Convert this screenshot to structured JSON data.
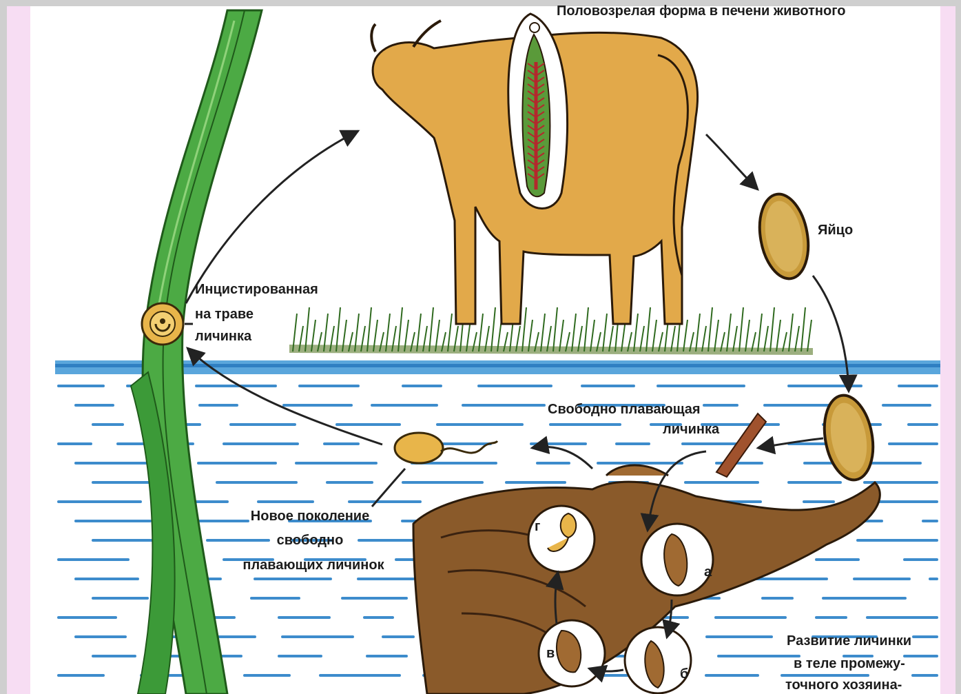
{
  "labels": {
    "adult_form": "Половозрелая форма в печени животного",
    "egg": "Яйцо",
    "encysted_1": "Инцистированная",
    "encysted_2": "на траве",
    "encysted_3": "личинка",
    "free_larva_1": "Свободно плавающая",
    "free_larva_2": "личинка",
    "new_gen_1": "Новое поколение",
    "new_gen_2": "свободно",
    "new_gen_3": "плавающих личинок",
    "dev_1": "Развитие личинки",
    "dev_2": "в теле промежу-",
    "dev_3": "точного хозяина-"
  },
  "stage_letters": {
    "a": "а",
    "b": "б",
    "v": "в",
    "g": "г"
  },
  "colors": {
    "cow": "#e2a94a",
    "cow_outline": "#2a1a0a",
    "grass": "#3f9a3a",
    "water": "#4aa0d8",
    "snail": "#8a5a2a",
    "egg": "#c89a3a",
    "fluke_red": "#b3282c"
  }
}
